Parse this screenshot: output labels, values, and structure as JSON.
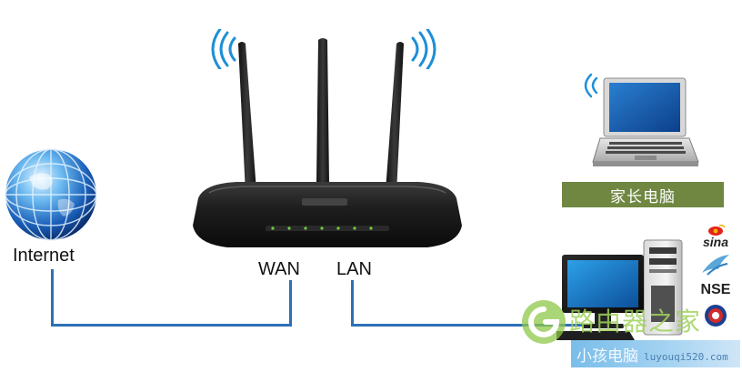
{
  "labels": {
    "internet": "Internet",
    "wan": "WAN",
    "lan": "LAN",
    "home_pc": "家长电脑",
    "kids_pc": "小孩电脑"
  },
  "watermark": {
    "main": "路由器之家",
    "url": "luyouqi520.com"
  },
  "brands": {
    "sina": "sina",
    "nse": "NSE"
  },
  "colors": {
    "cable": "#2d6fb8",
    "wifi": "#1e8fd6",
    "banner_green": "#6f8740",
    "banner_blue": "#8cc8ee",
    "router_body": "#1b1b1b"
  }
}
